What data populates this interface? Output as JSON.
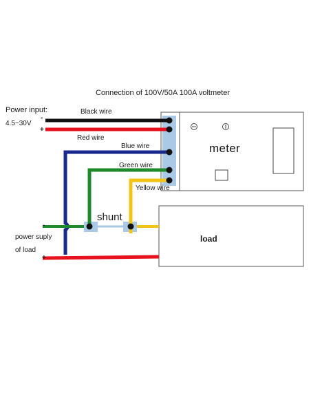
{
  "title": "Connection of 100V/50A 100A voltmeter",
  "power_input": {
    "label": "Power input:",
    "range": "4.5~30V",
    "minus": "-",
    "plus": "+"
  },
  "wires": {
    "black": "Black wire",
    "red": "Red wire",
    "blue": "Blue wire",
    "green": "Green wire",
    "yellow": "Yellow wire"
  },
  "meter": {
    "label": "meter"
  },
  "shunt": {
    "label": "shunt"
  },
  "load": {
    "label": "load"
  },
  "load_supply": {
    "line1": "power suply",
    "line2": "of load",
    "minus": "-",
    "plus": "+"
  },
  "colors": {
    "black_wire": "#111111",
    "red_wire": "#e8121e",
    "blue_wire": "#1a2a8c",
    "green_wire": "#1f8a2c",
    "yellow_wire": "#f2c418",
    "connector": "#a9c9e6",
    "box_border": "#555555"
  }
}
